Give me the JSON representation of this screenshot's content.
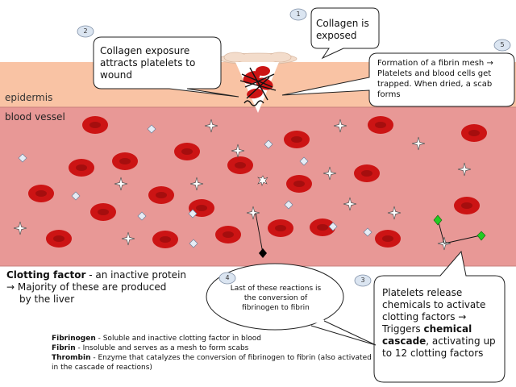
{
  "labels": {
    "epidermis": "epidermis",
    "blood_vessel": "blood vessel"
  },
  "steps": {
    "s1": {
      "number": "1",
      "text": "Collagen is exposed"
    },
    "s2": {
      "number": "2",
      "text": "Collagen exposure attracts platelets to wound"
    },
    "s3": {
      "number": "3",
      "text_before": "Platelets release chemicals to activate clotting factors → Triggers ",
      "text_bold": "chemical cascade",
      "text_after": ", activating up to 12 clotting factors"
    },
    "s4": {
      "number": "4",
      "text": "Last of these reactions is the conversion of fibrinogen to fibrin"
    },
    "s5": {
      "number": "5",
      "text": "Formation of a fibrin mesh → Platelets and blood cells get trapped. When dried, a scab forms"
    }
  },
  "clotting_factor": {
    "term": "Clotting factor",
    "definition": " - an inactive protein",
    "line2": "→ Majority of these are produced",
    "line3": "by the liver"
  },
  "glossary": [
    {
      "term": "Fibrinogen",
      "definition": " - Soluble and inactive clotting factor in blood"
    },
    {
      "term": "Fibrin",
      "definition": " - Insoluble and serves as a mesh to form scabs"
    },
    {
      "term": "Thrombin",
      "definition": " - Enzyme that catalyzes the conversion of fibrinogen to fibrin (also activated in the cascade of reactions)"
    }
  ],
  "colors": {
    "epidermis": "#f9c3a4",
    "vessel": "#e89896",
    "vessel_border": "#c97f7c",
    "red_cell": "#cc1414",
    "red_cell_center": "#a50e0e",
    "active_factor": "#22cc22",
    "fibrin_node": "#000000"
  }
}
